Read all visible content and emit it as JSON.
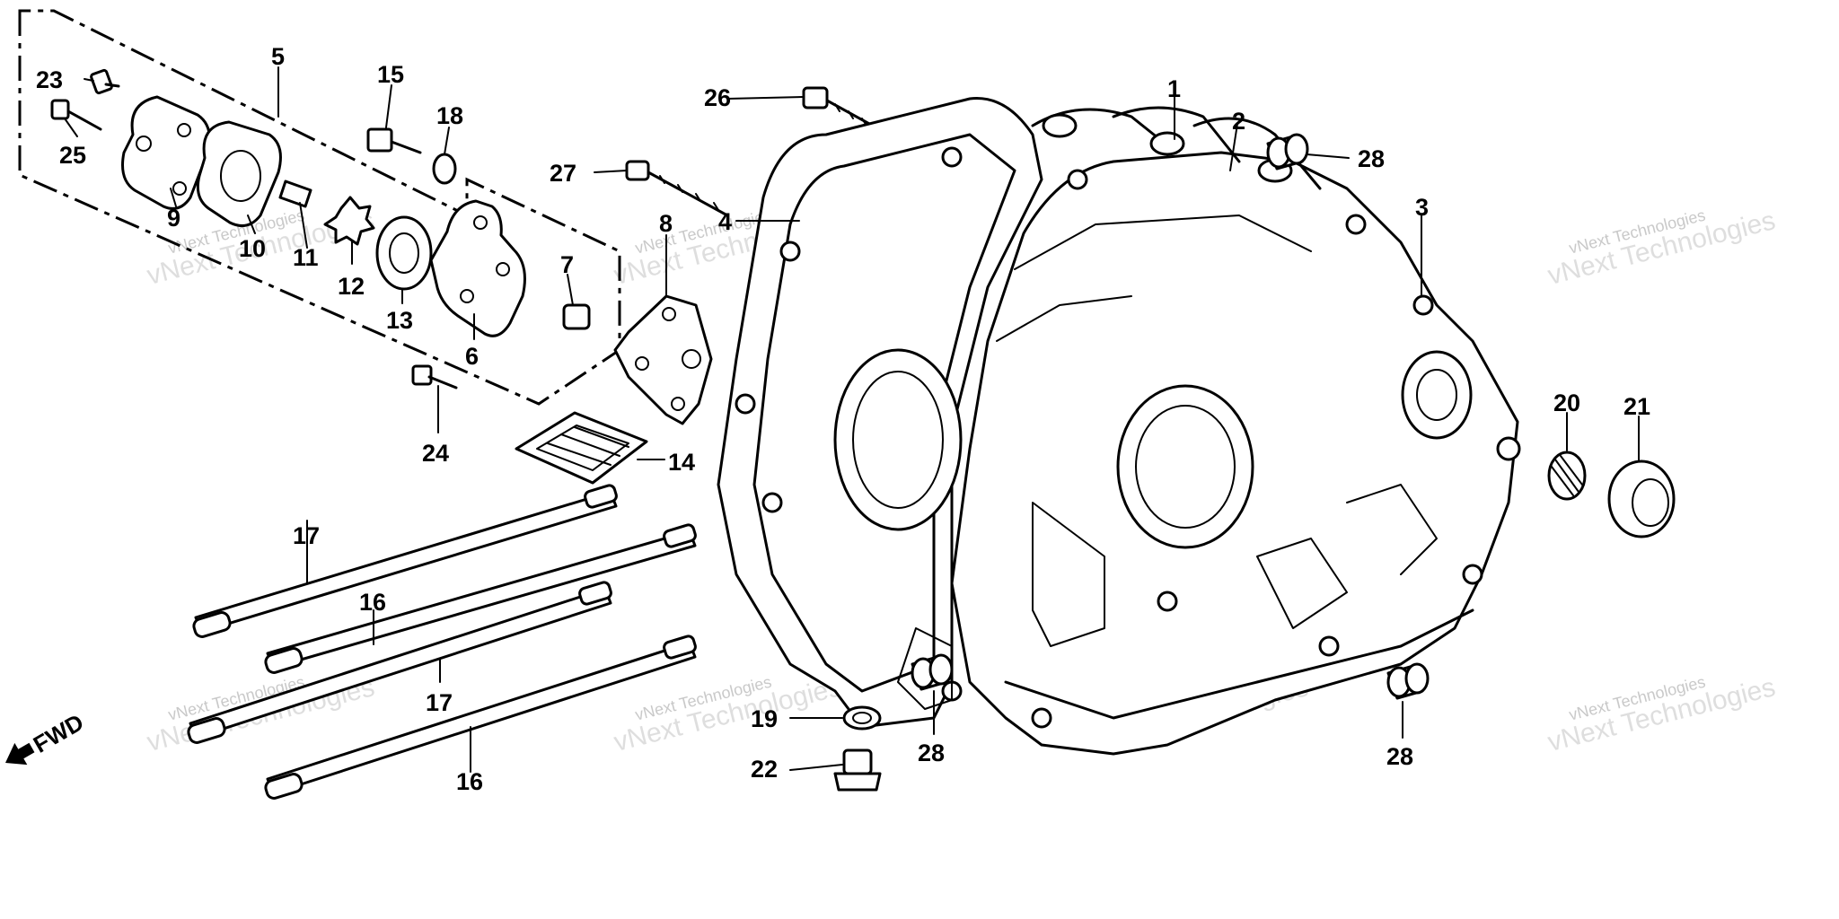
{
  "diagram": {
    "direction_label": "FWD",
    "watermark": {
      "line1": "vNext Technologies",
      "line2": "vNext Technologies"
    },
    "callouts": [
      "1",
      "2",
      "3",
      "4",
      "5",
      "6",
      "7",
      "8",
      "9",
      "10",
      "11",
      "12",
      "13",
      "14",
      "15",
      "16",
      "16",
      "17",
      "17",
      "18",
      "19",
      "20",
      "21",
      "22",
      "23",
      "24",
      "25",
      "26",
      "27",
      "28",
      "28",
      "28"
    ]
  }
}
